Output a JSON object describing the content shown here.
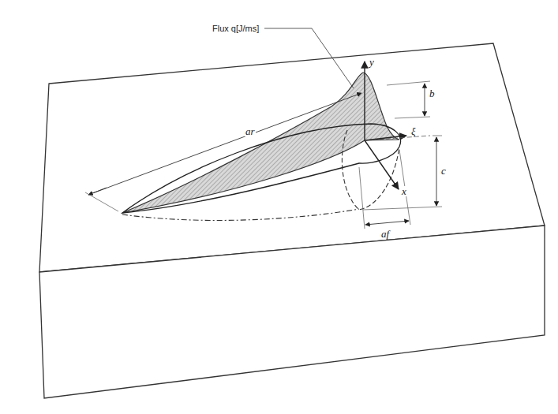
{
  "diagram": {
    "labels": [
      "Flux q[J/ms]",
      "y",
      "ξ",
      "ar",
      "b",
      "c",
      "af",
      "x"
    ]
  }
}
